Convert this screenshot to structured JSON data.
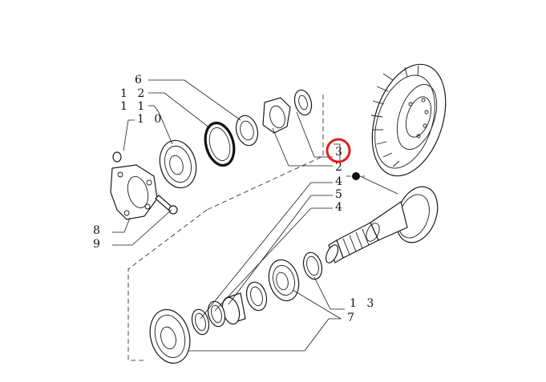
{
  "callouts": {
    "c6": "6",
    "c12": "1 2",
    "c11": "1 1",
    "c10": "1 0",
    "c8": "8",
    "c9": "9",
    "c3": "3",
    "c2": "2",
    "c4a": "4",
    "c5": "5",
    "c4b": "4",
    "c13": "1 3",
    "c7": "7"
  },
  "highlight": {
    "target": "3",
    "color": "#e0201a"
  }
}
